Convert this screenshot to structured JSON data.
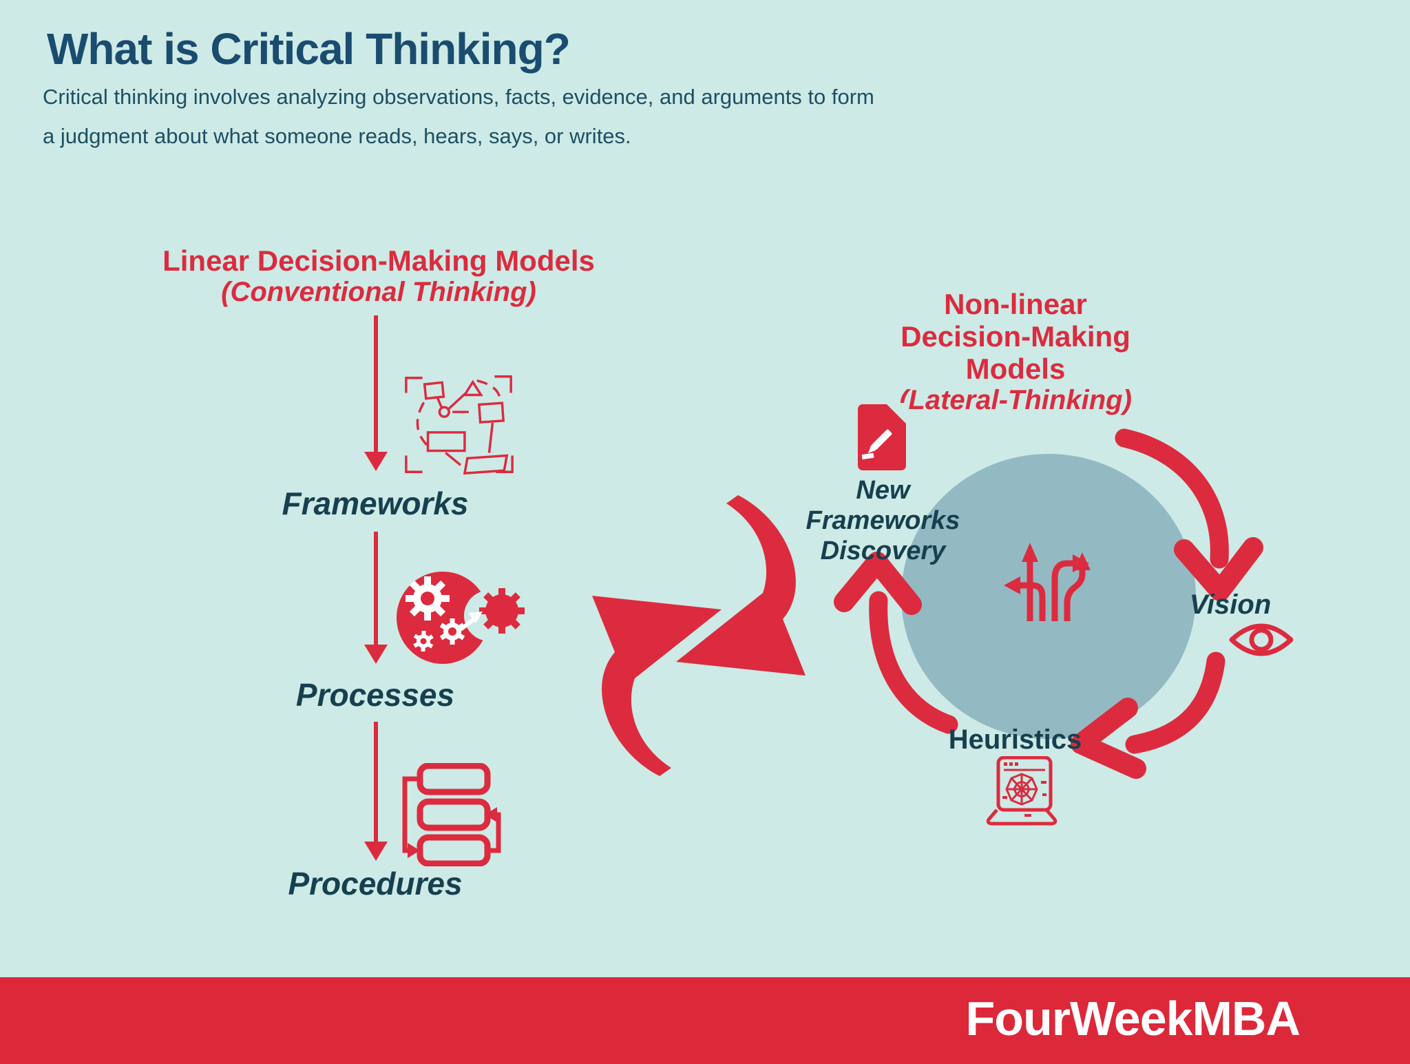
{
  "colors": {
    "background": "#cdeae6",
    "accent_red": "#dc2b3e",
    "title_navy": "#1a4c70",
    "subtitle_teal": "#1e4f63",
    "label_navy": "#16404f",
    "circle_blue": "#93bac3",
    "footer_red": "#dc2839",
    "white": "#ffffff"
  },
  "header": {
    "title": "What is Critical Thinking?",
    "subtitle_lines": [
      "Critical thinking involves analyzing observations, facts, evidence, and arguments to form",
      "a judgment about what someone reads, hears, says, or writes."
    ]
  },
  "left_flow": {
    "heading": "Linear Decision-Making Models",
    "subheading": "(Conventional Thinking)",
    "steps": [
      {
        "label": "Frameworks",
        "icon": "frameworks-blueprint-icon"
      },
      {
        "label": "Processes",
        "icon": "gears-icon"
      },
      {
        "label": "Procedures",
        "icon": "flowchart-steps-icon"
      }
    ]
  },
  "center": {
    "icon": "exchange-arrows-icon"
  },
  "right_cycle": {
    "heading_lines": [
      "Non-linear",
      "Decision-Making",
      "Models"
    ],
    "subheading": "(Lateral-Thinking)",
    "center_icon": "branching-arrows-icon",
    "nodes": [
      {
        "label": "New Frameworks Discovery",
        "icon": "document-pencil-icon"
      },
      {
        "label": "Vision",
        "icon": "eye-icon"
      },
      {
        "label": "Heuristics",
        "icon": "laptop-web-icon"
      }
    ]
  },
  "footer": {
    "brand": "FourWeekMBA"
  }
}
